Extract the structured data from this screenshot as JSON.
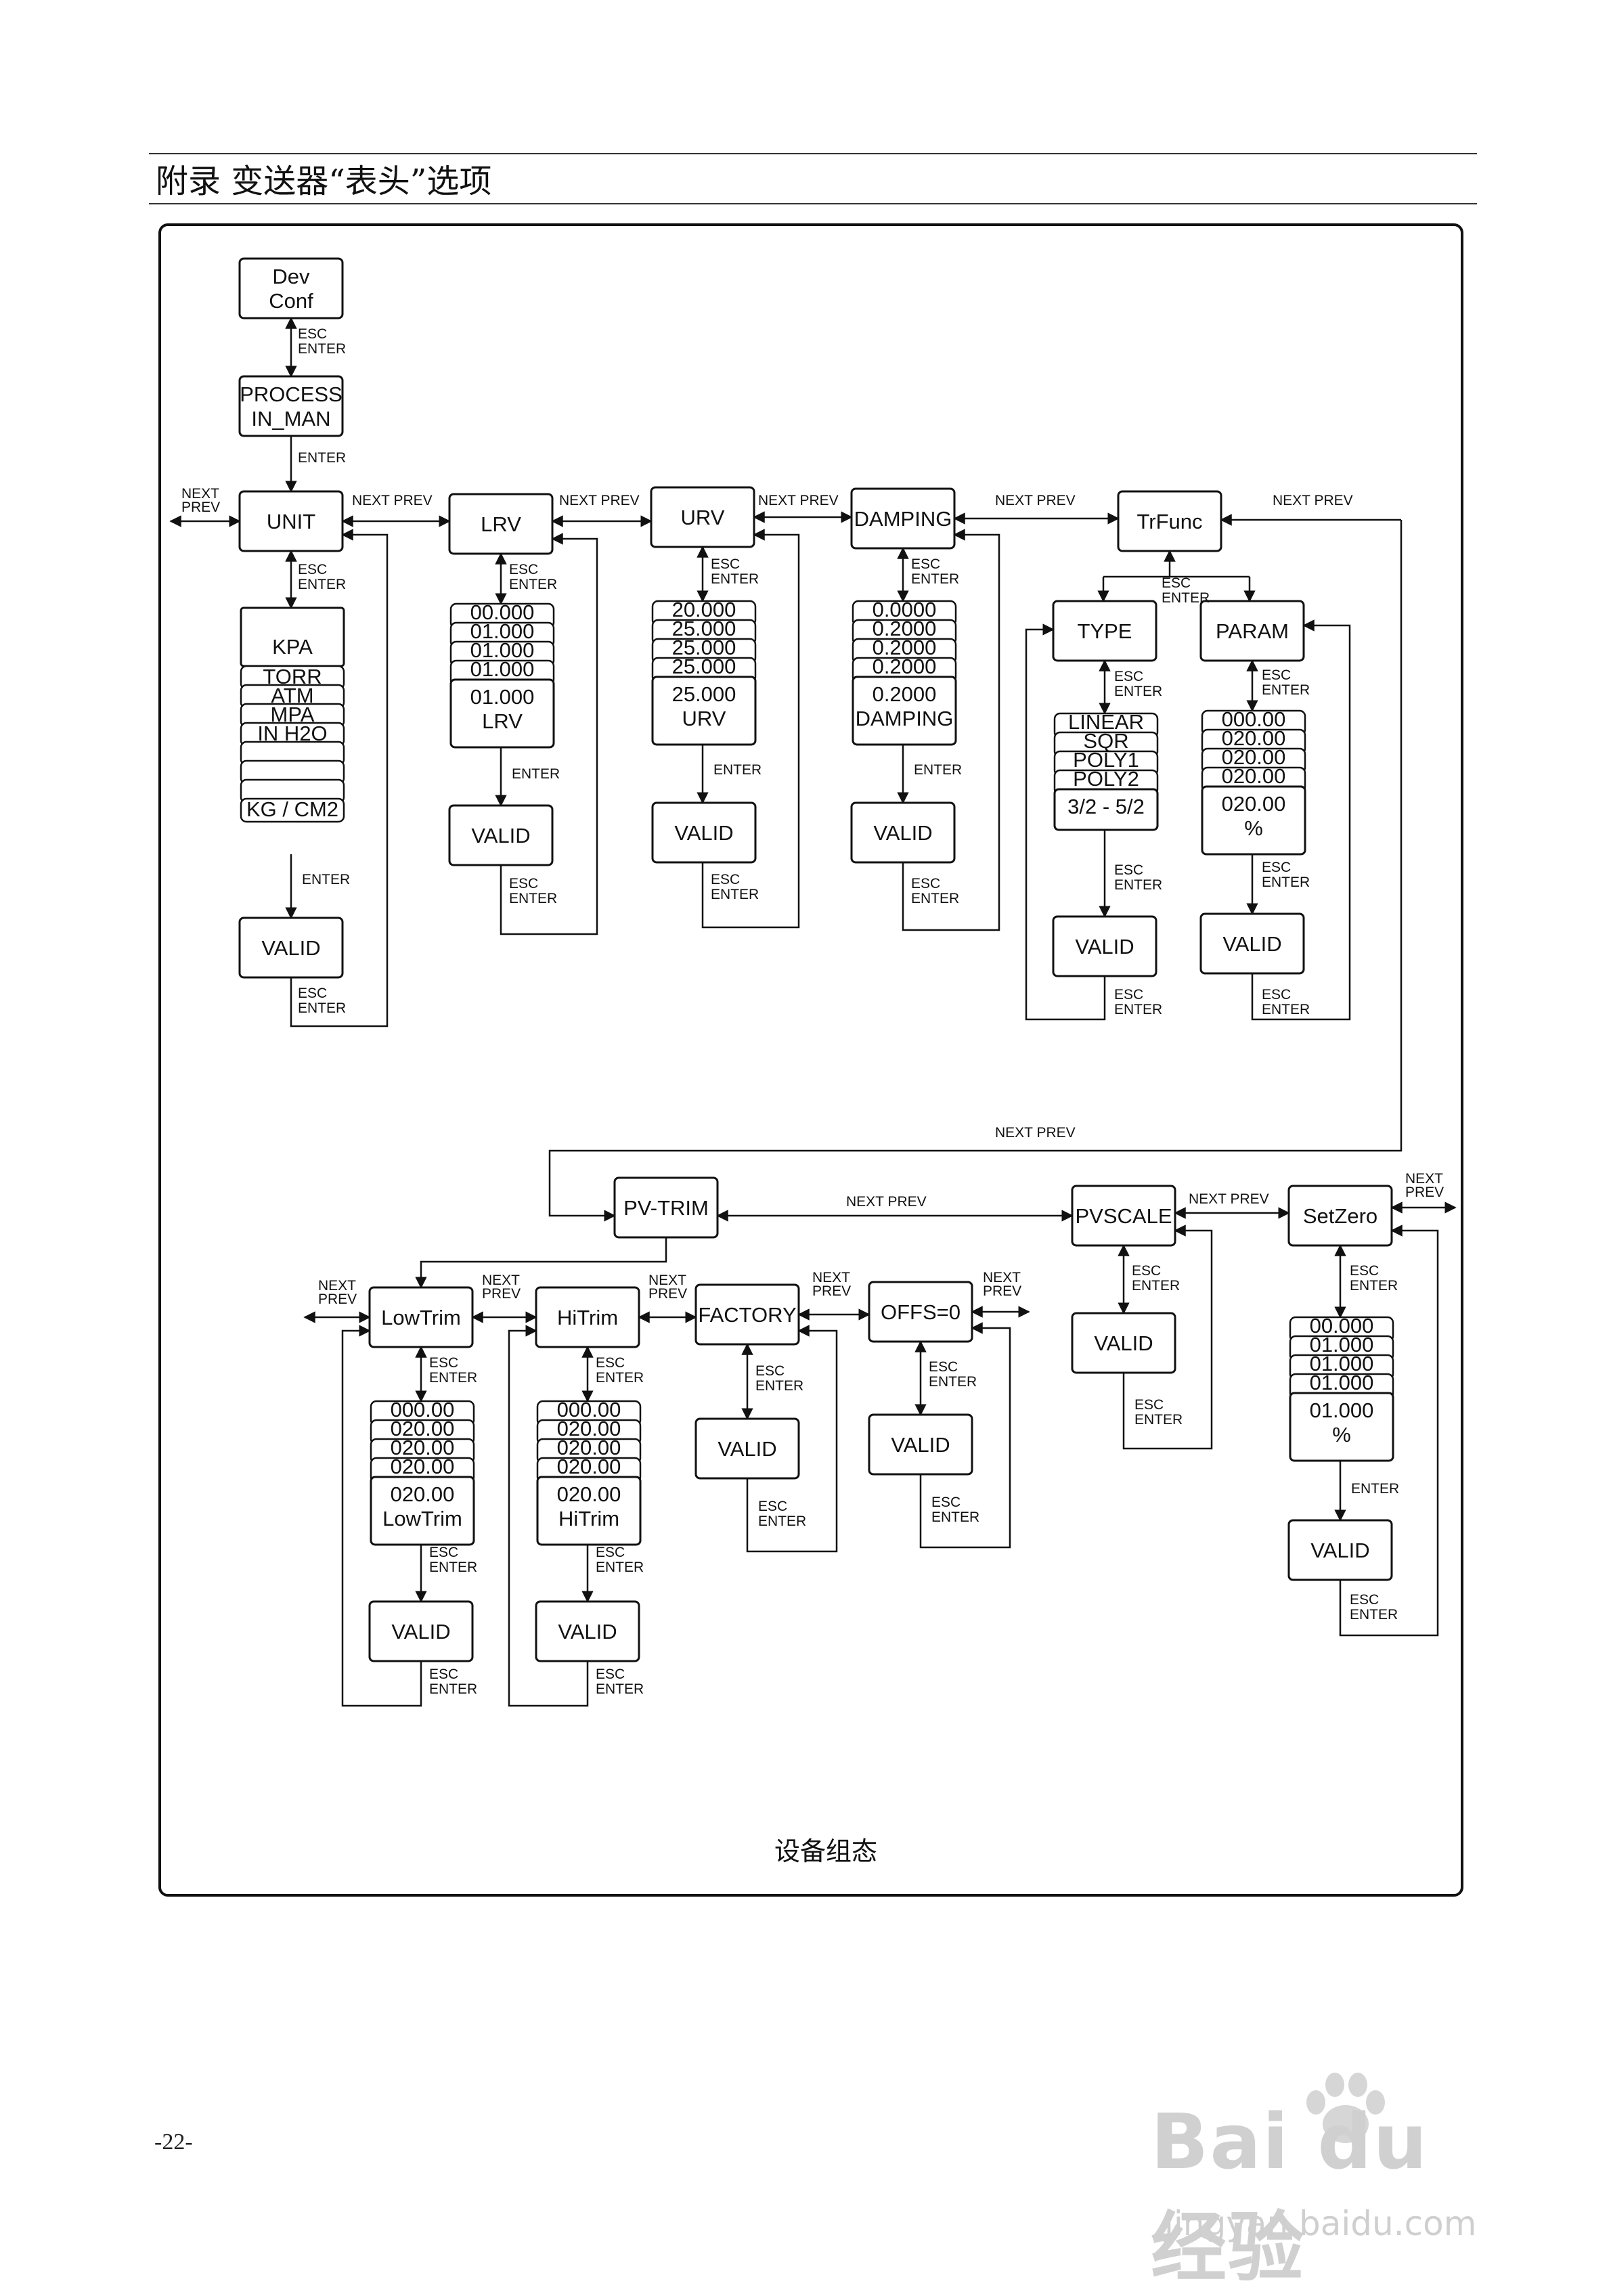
{
  "header": {
    "title": "附录  变送器“表头”选项"
  },
  "page_number": "-22-",
  "caption": "设备组态",
  "watermark": {
    "brand": "Bai du 经验",
    "url": "jingyan.baidu.com"
  },
  "labels": {
    "esc": "ESC",
    "enter": "ENTER",
    "next": "NEXT",
    "prev": "PREV",
    "next_prev": "NEXT PREV",
    "valid": "VALID"
  },
  "nodes": {
    "dev_conf": [
      "Dev",
      "Conf"
    ],
    "process": [
      "PROCESS",
      "IN_MAN"
    ],
    "unit": "UNIT",
    "lrv": "LRV",
    "urv": "URV",
    "damping": "DAMPING",
    "trfunc": "TrFunc",
    "type": "TYPE",
    "param": "PARAM",
    "pv_trim": "PV-TRIM",
    "pvscale": "PVSCALE",
    "setzero": "SetZero",
    "lowtrim": "LowTrim",
    "hitrim": "HiTrim",
    "factory": "FACTORY",
    "offs": "OFFS=0"
  },
  "lists": {
    "unit": {
      "items": [
        "KPA",
        "TORR",
        "ATM",
        "MPA",
        "IN H2O",
        "",
        "",
        "",
        "KG / CM2"
      ]
    },
    "lrv": {
      "stack": [
        "00.000",
        "01.000",
        "01.000",
        "01.000"
      ],
      "main": [
        "01.000",
        "LRV"
      ]
    },
    "urv": {
      "stack": [
        "20.000",
        "25.000",
        "25.000",
        "25.000"
      ],
      "main": [
        "25.000",
        "URV"
      ]
    },
    "damping": {
      "stack": [
        "0.0000",
        "0.2000",
        "0.2000",
        "0.2000"
      ],
      "main": [
        "0.2000",
        "DAMPING"
      ]
    },
    "type": {
      "stack": [
        "LINEAR",
        "SQR",
        "POLY1",
        "POLY2"
      ],
      "main": [
        "3/2 - 5/2"
      ]
    },
    "param": {
      "stack": [
        "000.00",
        "020.00",
        "020.00",
        "020.00"
      ],
      "main": [
        "020.00",
        "%"
      ]
    },
    "setzero": {
      "stack": [
        "00.000",
        "01.000",
        "01.000",
        "01.000"
      ],
      "main": [
        "01.000",
        "%"
      ]
    },
    "lowtrim": {
      "stack": [
        "000.00",
        "020.00",
        "020.00",
        "020.00"
      ],
      "main": [
        "020.00",
        "LowTrim"
      ]
    },
    "hitrim": {
      "stack": [
        "000.00",
        "020.00",
        "020.00",
        "020.00"
      ],
      "main": [
        "020.00",
        "HiTrim"
      ]
    }
  },
  "colors": {
    "line": "#111111",
    "box_fill": "#ffffff",
    "watermark": "#d0d0d0"
  }
}
